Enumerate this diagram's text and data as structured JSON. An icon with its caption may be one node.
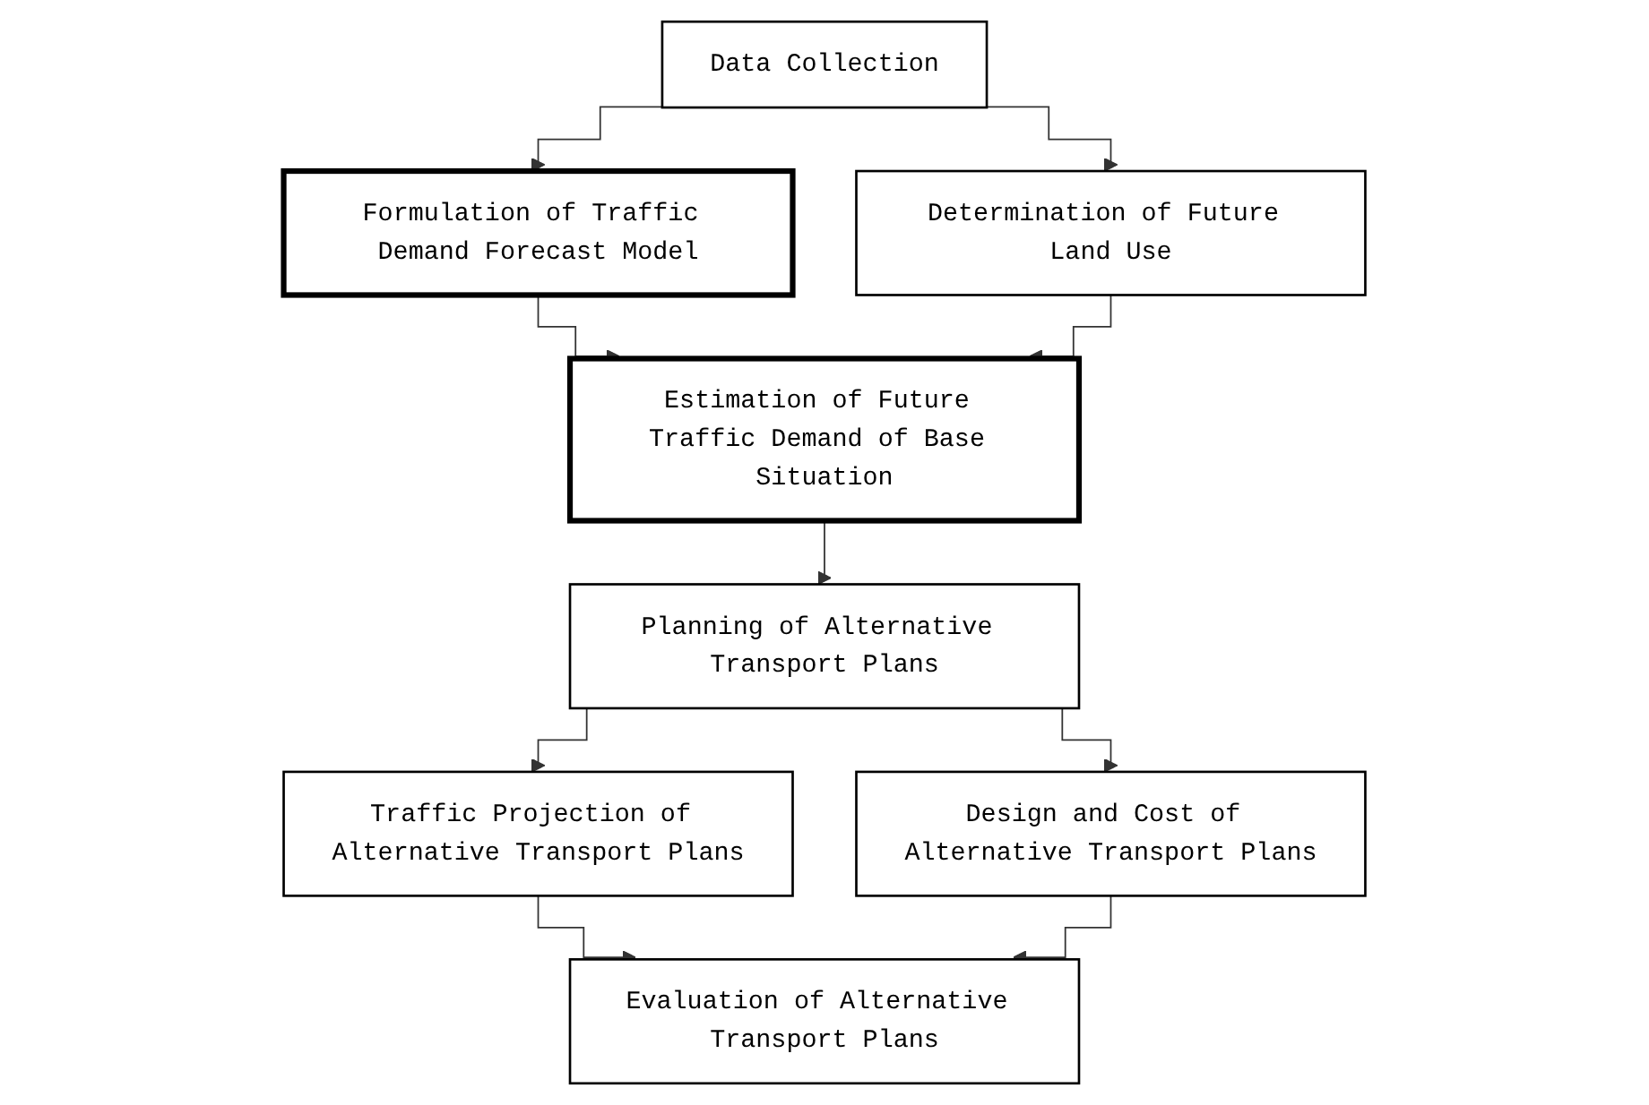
{
  "diagram": {
    "nodes": [
      {
        "text": [
          "Data Collection"
        ]
      },
      {
        "text": [
          "Formulation of Traffic Demand Forecast Model"
        ]
      },
      {
        "text": [
          "Determination of Future Land Use"
        ]
      },
      {
        "text": [
          "Estimation of Future Traffic Demand of Base Situation"
        ]
      },
      {
        "text": [
          "Planning of Alternative Transport Plans"
        ]
      },
      {
        "text": [
          "Traffic Projection of Alternative Transport Plans"
        ]
      },
      {
        "text": [
          "Design and Cost of Alternative Transport Plans"
        ]
      },
      {
        "text": [
          "Evaluation of Alternative Transport Plans"
        ]
      }
    ],
    "edges": [
      {
        "from": 0,
        "to": 1,
        "arrow": "to"
      },
      {
        "from": 0,
        "to": 2,
        "arrow": "to"
      },
      {
        "from": 1,
        "to": 3,
        "arrow": "to"
      },
      {
        "from": 2,
        "to": 3,
        "arrow": "to"
      },
      {
        "from": 3,
        "to": 4,
        "arrow": "to"
      },
      {
        "from": 4,
        "to": 5,
        "arrow": "to"
      },
      {
        "from": 4,
        "to": 6,
        "arrow": "to"
      },
      {
        "from": 5,
        "to": 7,
        "arrow": "to"
      },
      {
        "from": 6,
        "to": 7,
        "arrow": "to"
      }
    ]
  }
}
